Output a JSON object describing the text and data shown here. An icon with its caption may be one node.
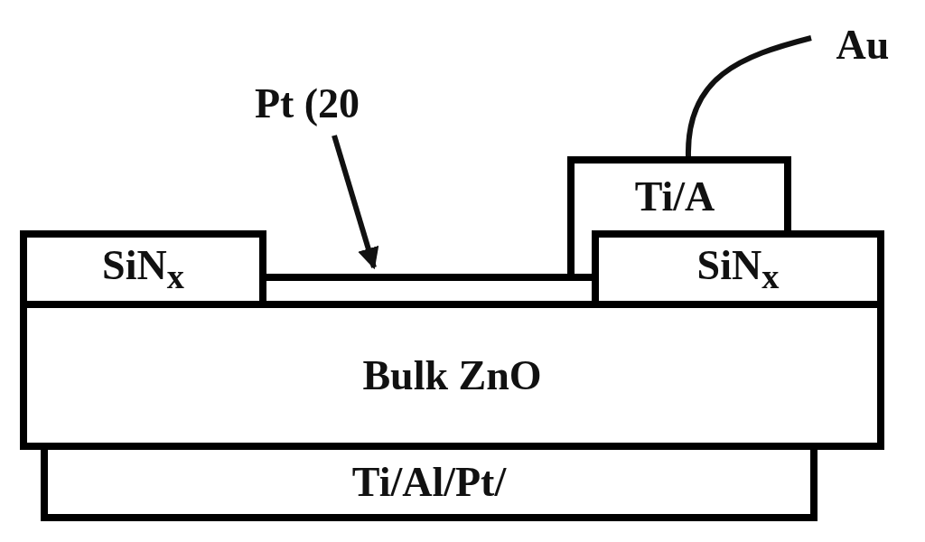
{
  "diagram": {
    "nodes": [
      {
        "text": [
          "Au"
        ]
      },
      {
        "text": [
          "Pt (20"
        ]
      },
      {
        "text": [
          "Ti/A"
        ]
      },
      {
        "text": [
          "SiN$_{x}$"
        ]
      },
      {
        "text": [],
        "shape": "bar"
      },
      {
        "text": [
          "SiN$_{x}$"
        ]
      },
      {
        "text": [
          "Bulk ZnO"
        ]
      },
      {
        "text": [
          "Ti/Al/Pt/"
        ]
      }
    ],
    "edges": [
      {
        "from": 0,
        "to": 2,
        "arrow": "none"
      },
      {
        "from": 1,
        "to": 4,
        "arrow": "to"
      }
    ]
  }
}
